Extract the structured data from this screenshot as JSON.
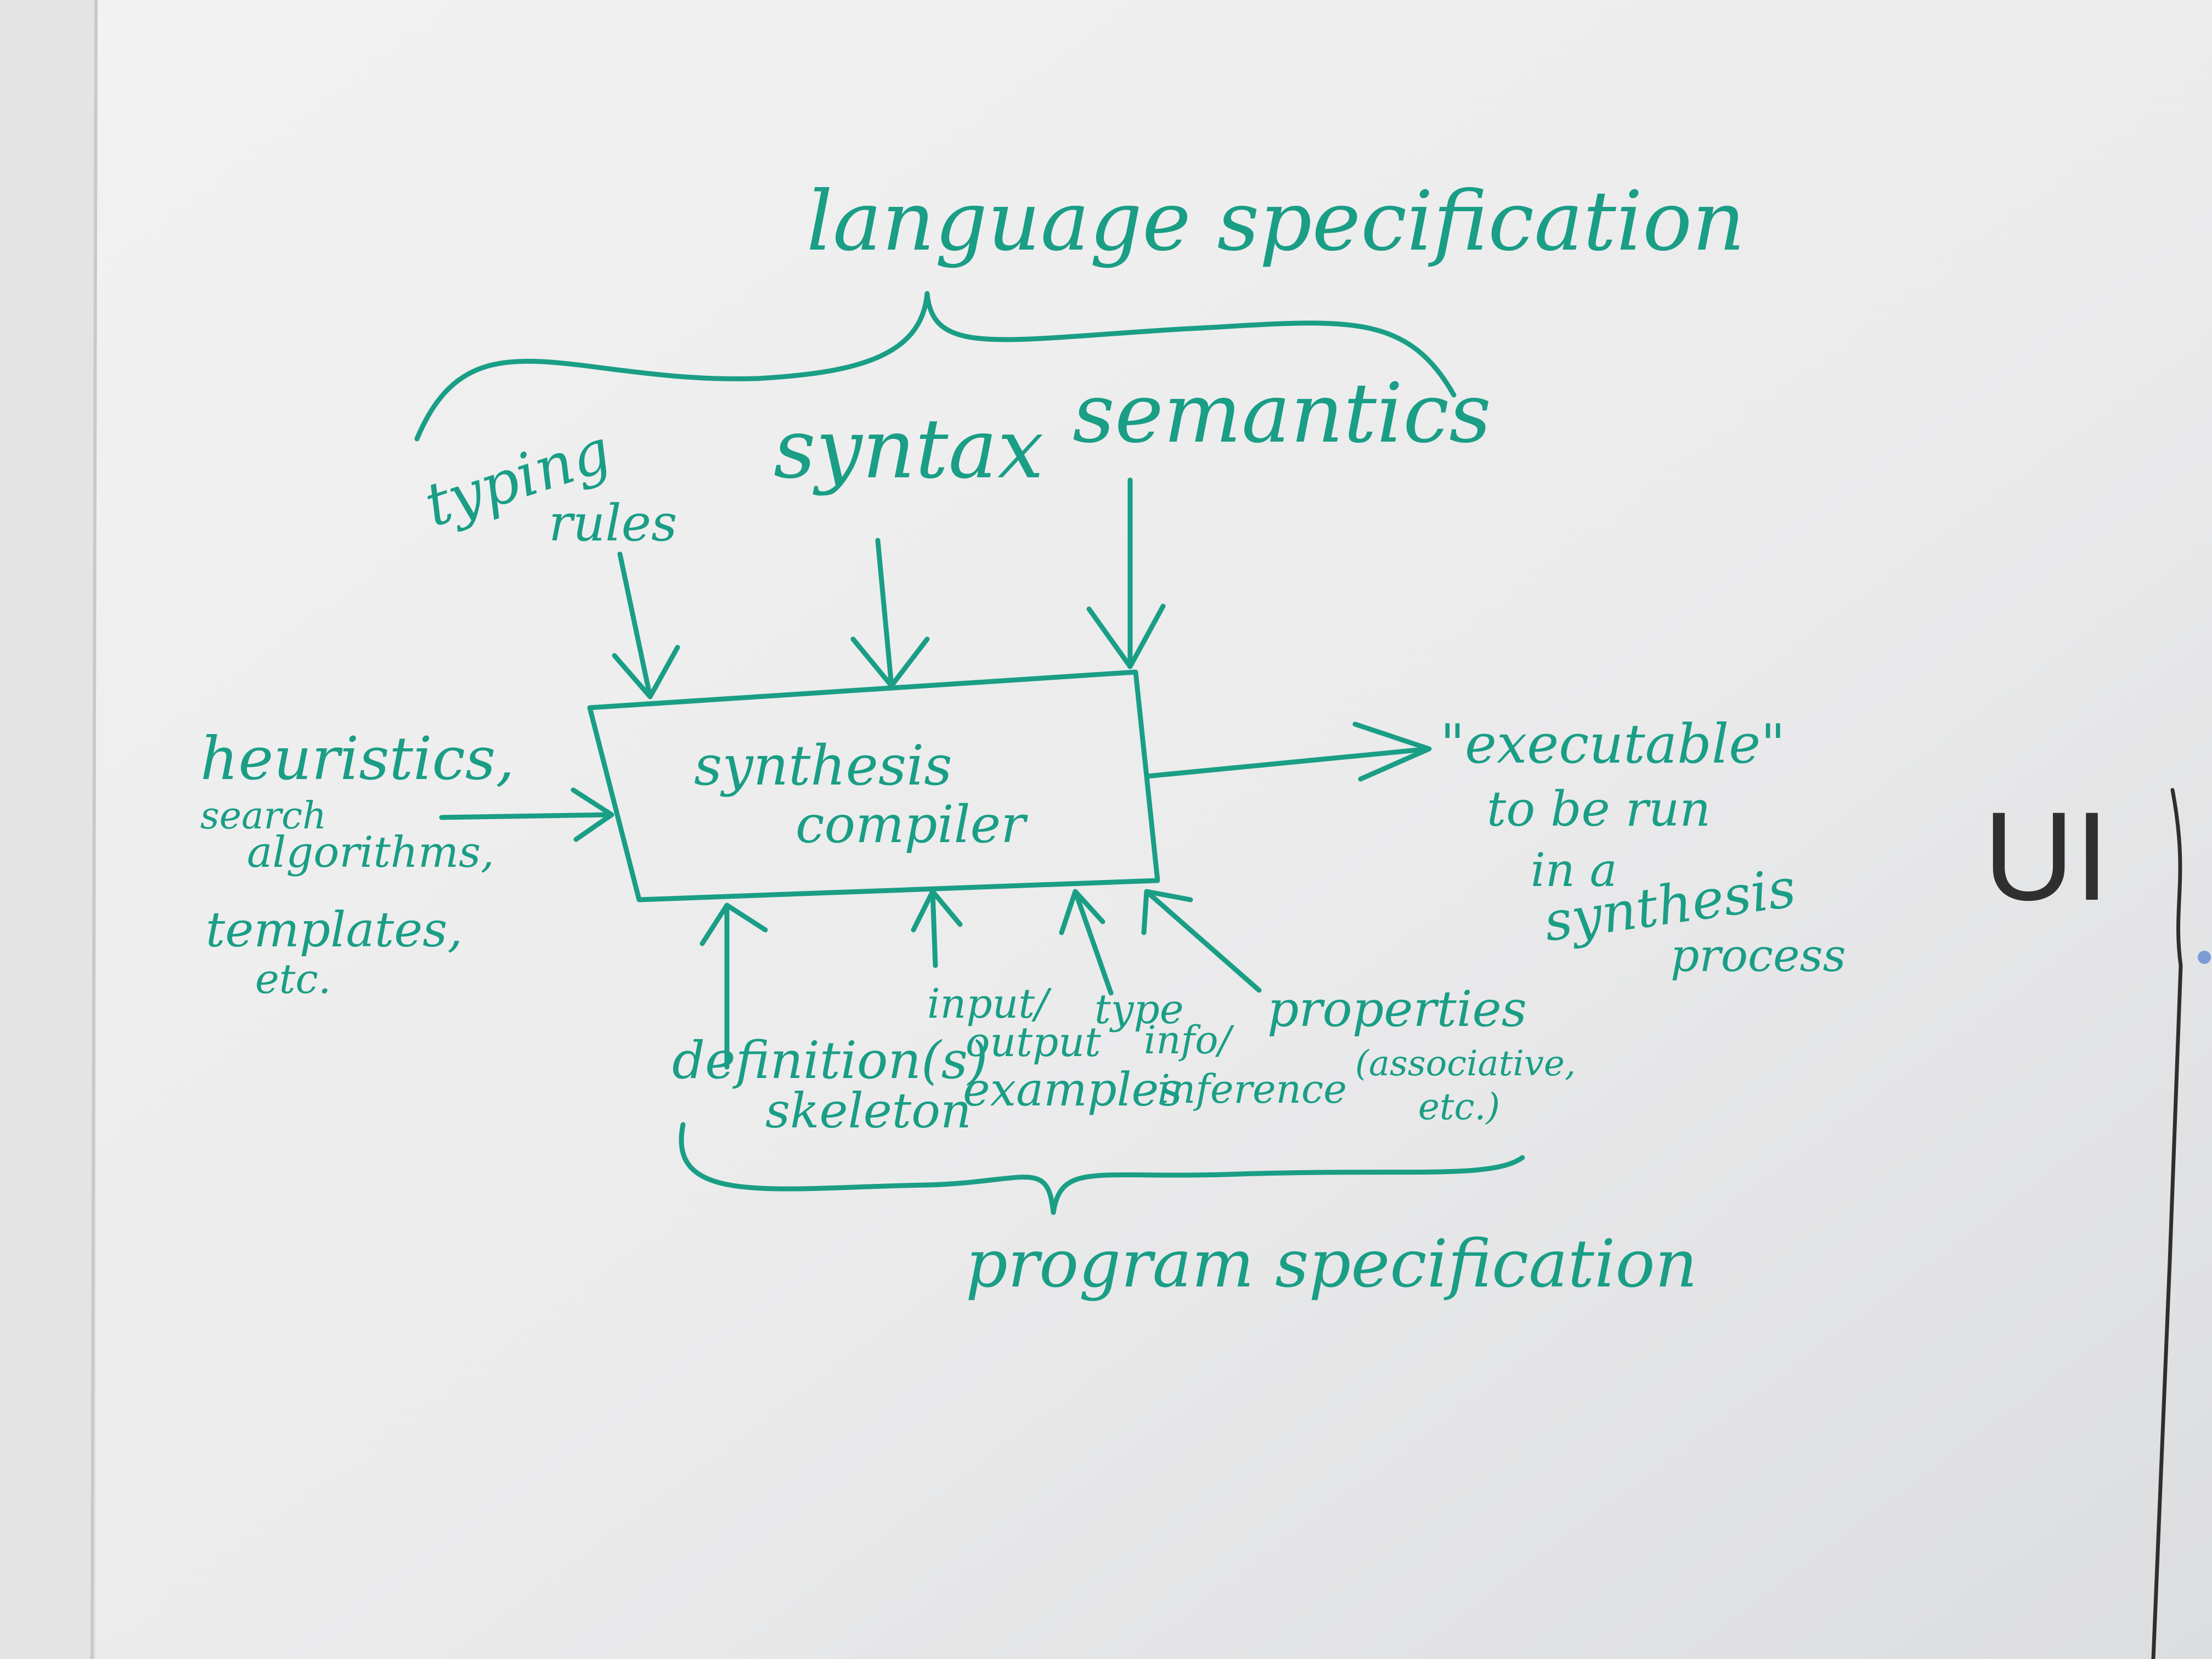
{
  "ink_color": "#1a9e86",
  "black_ink_color": "#2f2f2f",
  "board": {
    "title": "language specification",
    "syntax": "syntax",
    "semantics": "semantics",
    "typing_rules_line1": "typing",
    "typing_rules_line2": "rules",
    "box_line1": "synthesis",
    "box_line2": "compiler",
    "left_inputs": {
      "line1": "heuristics,",
      "line2": "search",
      "line3": "algorithms,",
      "line4": "templates,",
      "line5": "etc."
    },
    "output": {
      "line1": "\"executable\"",
      "line2": "to be run",
      "line3": "in a",
      "line4": "synthesis",
      "line5": "process"
    },
    "bottom_inputs": {
      "definitions_line1": "definition(s)",
      "definitions_line2": "skeleton",
      "io_line1": "input/",
      "io_line2": "output",
      "io_line3": "examples",
      "type_line1": "type",
      "type_line2": "info/",
      "type_line3": "inference",
      "props_line1": "properties",
      "props_line2": "(associative,",
      "props_line3": "etc.)"
    },
    "program_spec": "program specification",
    "side_label": "UI"
  }
}
